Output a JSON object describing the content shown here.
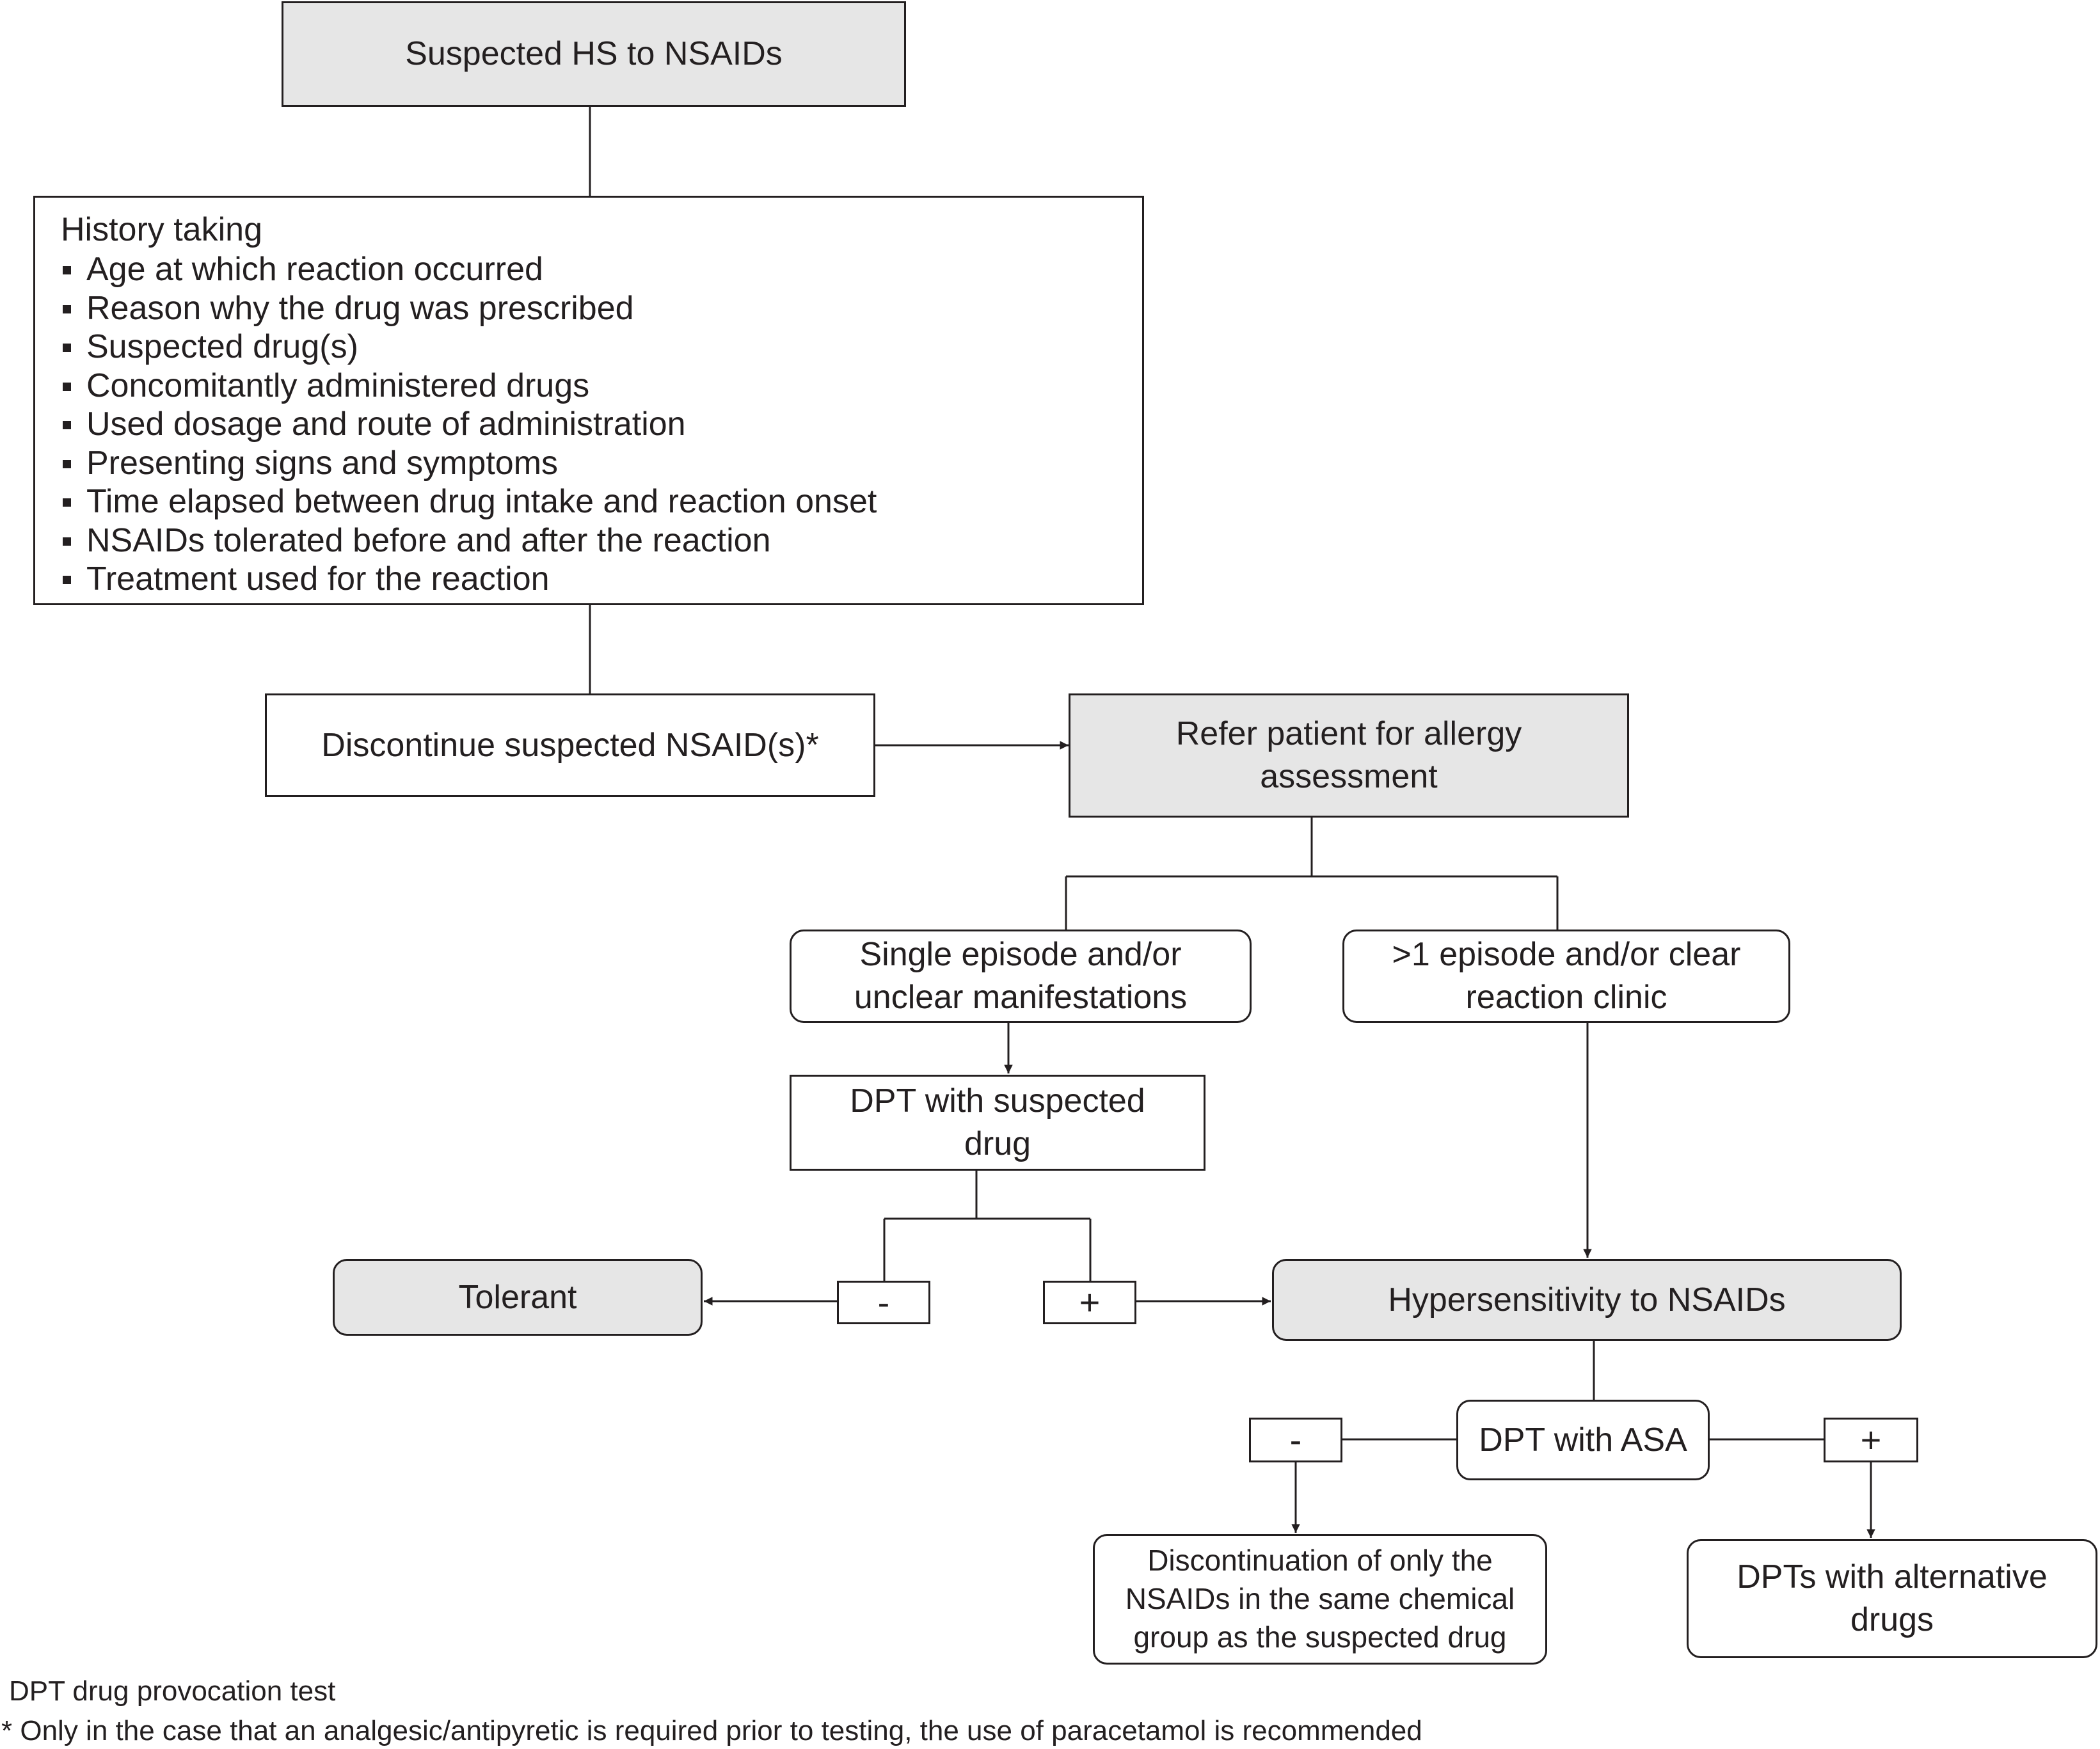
{
  "nodes": {
    "start": "Suspected HS to NSAIDs",
    "history_title": "History taking",
    "history_items": [
      "Age at which reaction occurred",
      "Reason why the drug was prescribed",
      "Suspected drug(s)",
      "Concomitantly administered drugs",
      "Used dosage and route of administration",
      "Presenting signs and symptoms",
      "Time elapsed between drug intake and reaction onset",
      "NSAIDs tolerated before and after the reaction",
      "Treatment used for the reaction"
    ],
    "discontinue": "Discontinue suspected NSAID(s)*",
    "refer": [
      "Refer patient for allergy",
      "assessment"
    ],
    "single_episode": [
      "Single episode and/or",
      "unclear manifestations"
    ],
    "multi_episode": [
      ">1 episode and/or clear",
      "reaction clinic"
    ],
    "dpt_suspected": [
      "DPT with suspected",
      "drug"
    ],
    "tolerant": "Tolerant",
    "hypersensitivity": "Hypersensitivity to NSAIDs",
    "dpt_asa": "DPT with ASA",
    "discontinuation_group": [
      "Discontinuation of only the",
      "NSAIDs in the same chemical",
      "group as the suspected drug"
    ],
    "dpt_alternative": [
      "DPTs with alternative",
      "drugs"
    ],
    "negative_sign": "-",
    "positive_sign": "+"
  },
  "footnotes": {
    "abbreviation": "DPT drug provocation test",
    "asterisk": "* Only in the case that an analgesic/antipyretic is required prior to testing, the use of paracetamol is recommended"
  },
  "colors": {
    "line": "#231f20",
    "grey_fill": "#e6e6e6",
    "white_fill": "#ffffff"
  }
}
